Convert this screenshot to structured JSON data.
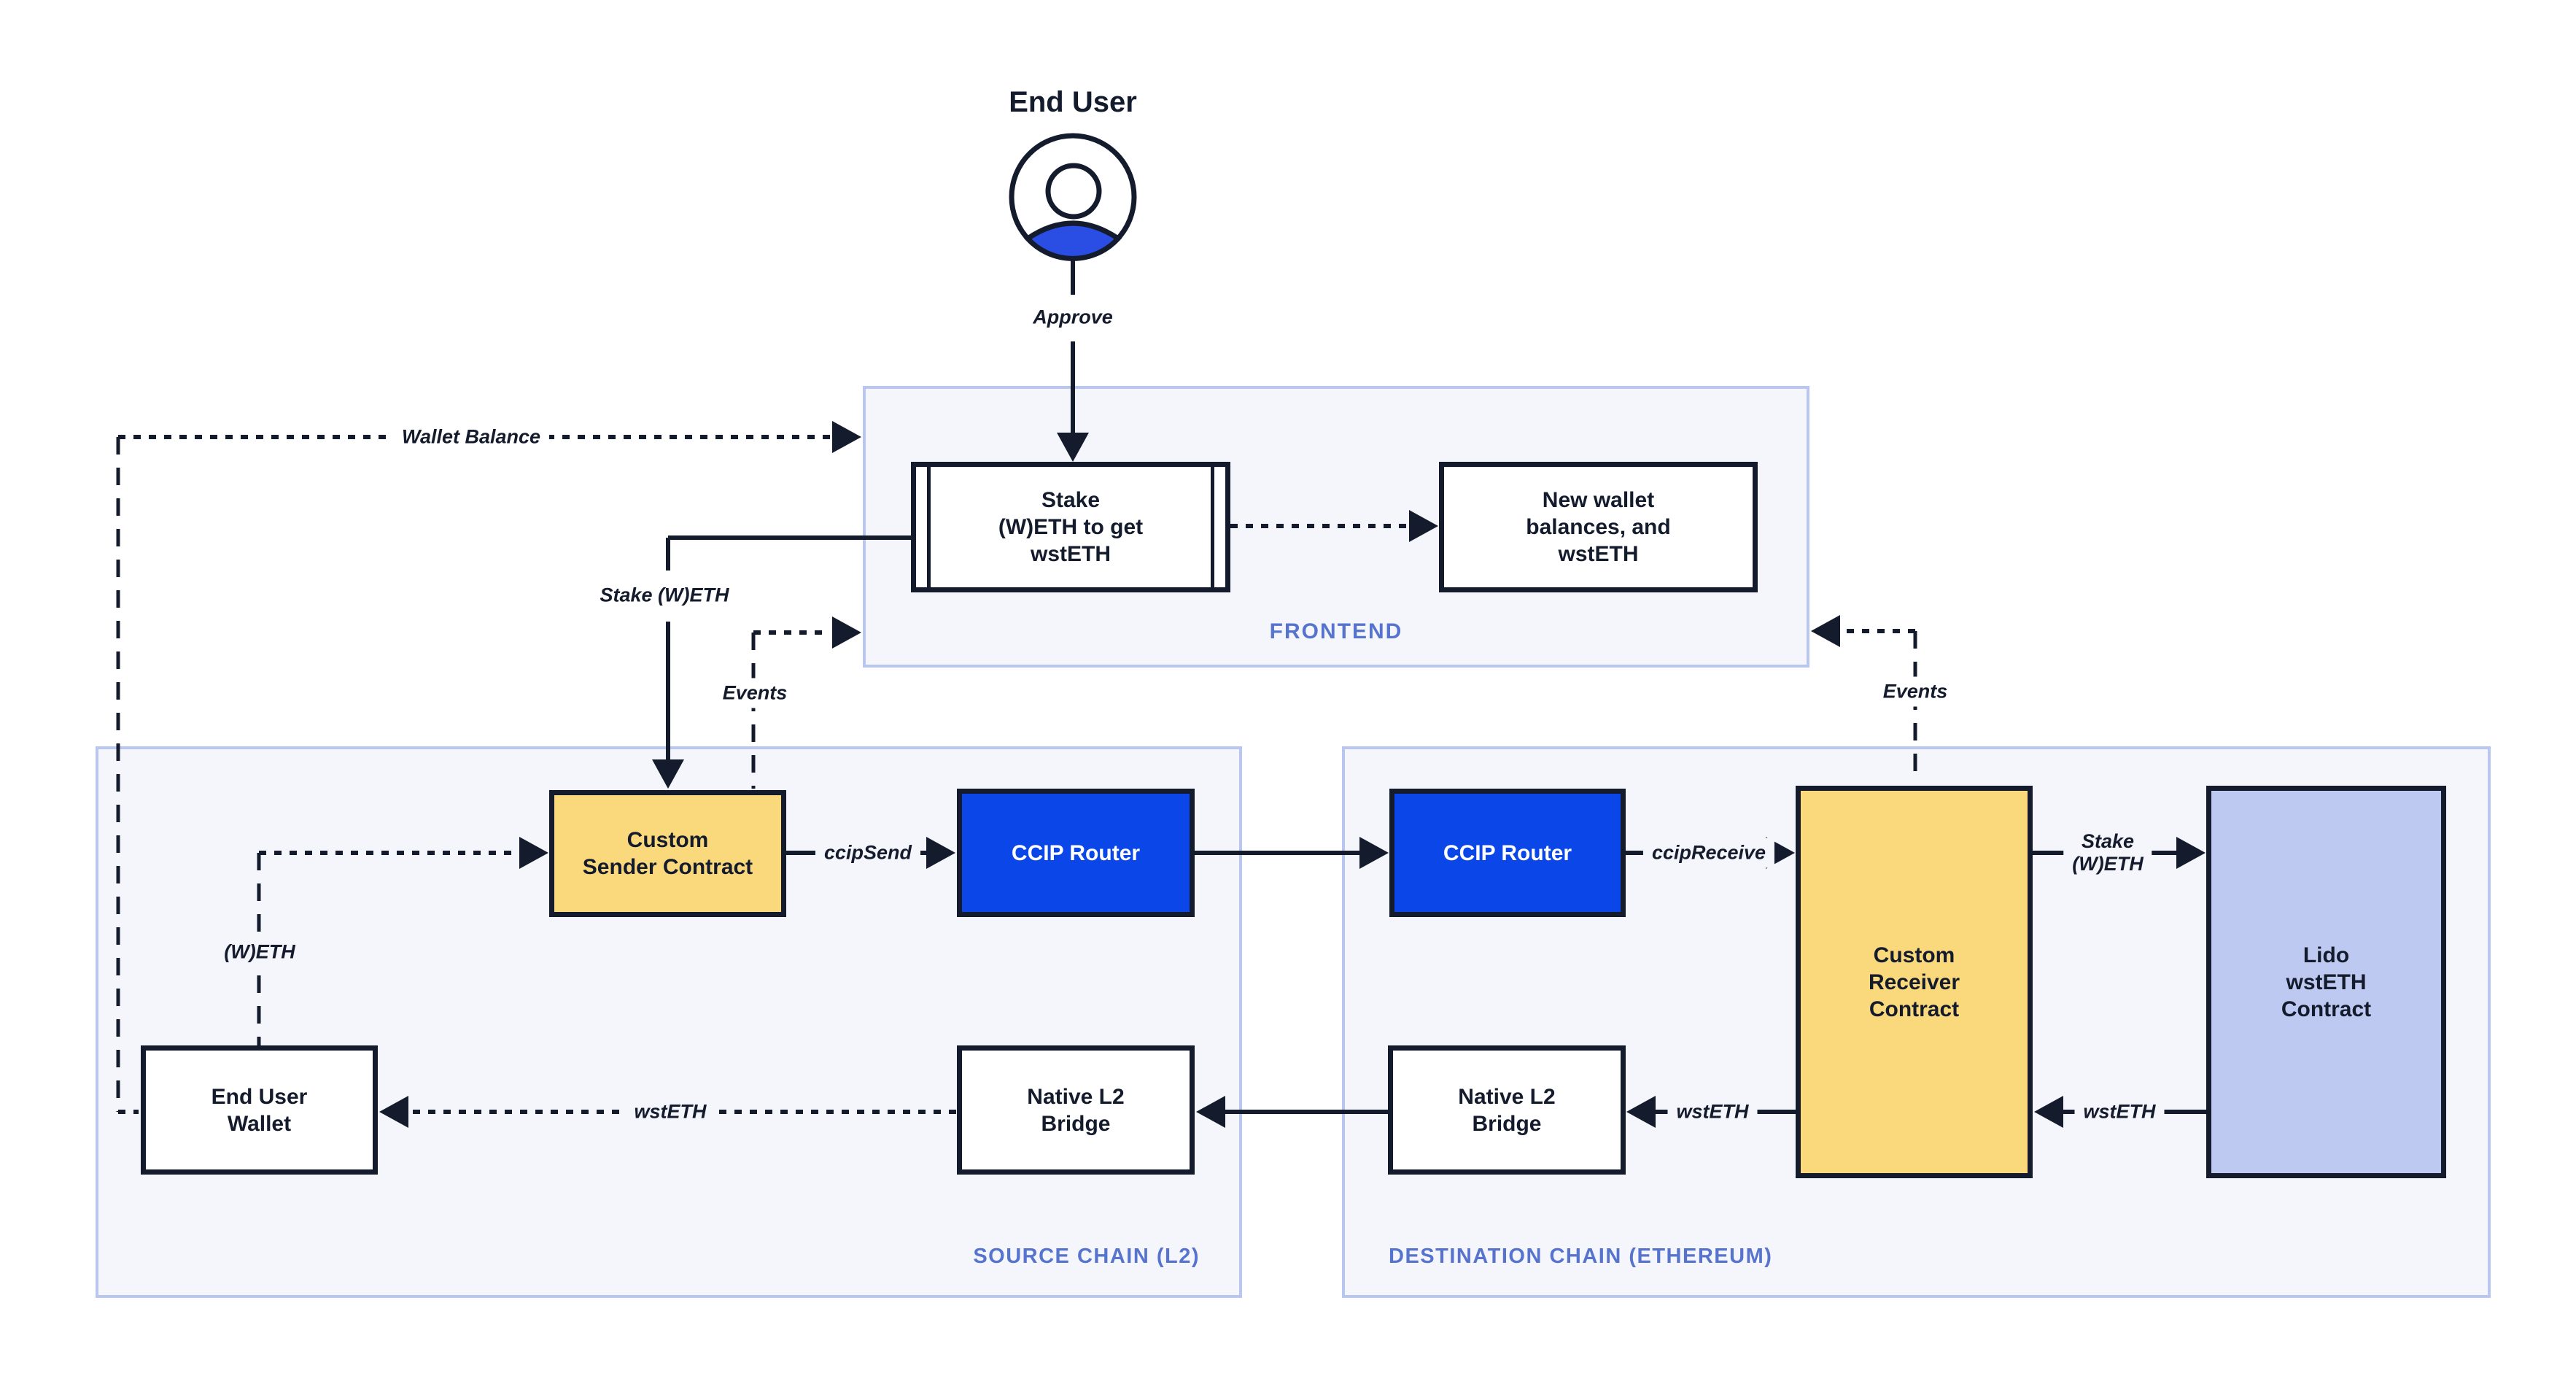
{
  "colors": {
    "ink": "#141B2C",
    "brand_blue": "#0A46E8",
    "person_blue": "#2A4DE4",
    "yellow": "#FAD87C",
    "periwinkle": "#BEC9F1",
    "panel_fill": "#F5F6FB",
    "panel_border": "#B9C6F1",
    "label_blue": "#5673CE"
  },
  "end_user": {
    "title": "End User",
    "approve_label": "Approve"
  },
  "frontend": {
    "label": "FRONTEND",
    "stake_box": [
      "Stake",
      "(W)ETH to get",
      "wstETH"
    ],
    "new_wallet_box": [
      "New wallet",
      "balances, and",
      "wstETH"
    ]
  },
  "source_chain": {
    "label": "SOURCE CHAIN (L2)",
    "custom_sender": [
      "Custom",
      "Sender Contract"
    ],
    "ccip_router": "CCIP Router",
    "end_user_wallet": [
      "End User",
      "Wallet"
    ],
    "native_l2_bridge": [
      "Native L2",
      "Bridge"
    ]
  },
  "destination_chain": {
    "label": "DESTINATION CHAIN (ETHEREUM)",
    "ccip_router": "CCIP Router",
    "custom_receiver": [
      "Custom",
      "Receiver",
      "Contract"
    ],
    "lido_contract": [
      "Lido",
      "wstETH",
      "Contract"
    ],
    "native_l2_bridge": [
      "Native L2",
      "Bridge"
    ]
  },
  "edge_labels": {
    "wallet_balance": "Wallet Balance",
    "stake_weth": "Stake (W)ETH",
    "events_frontend_left": "Events",
    "events_frontend_right": "Events",
    "weth": "(W)ETH",
    "ccip_send": "ccipSend",
    "ccip_receive": "ccipReceive",
    "stake_weth_dest": [
      "Stake",
      "(W)ETH"
    ],
    "wsteth_lido_to_receiver": "wstETH",
    "wsteth_receiver_to_bridge": "wstETH",
    "wsteth_bridge_to_wallet": "wstETH"
  }
}
